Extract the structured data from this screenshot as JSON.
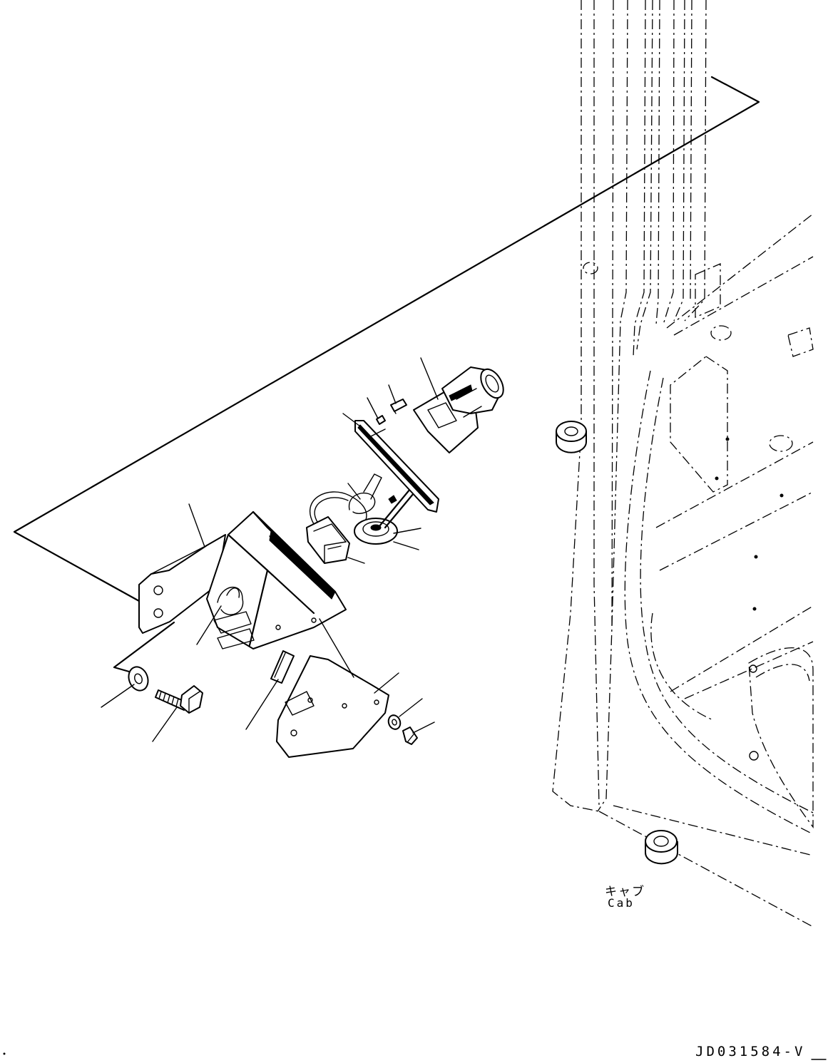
{
  "labels": {
    "cab_jp": "キャブ",
    "cab_en": "Cab",
    "drawing_id": "JD031584-V"
  },
  "icons": [
    "bracket-icon",
    "box-housing-icon",
    "connector-icon",
    "bolt-icon",
    "washer-icon",
    "grommet-icon",
    "socket-icon",
    "screw-icon",
    "pin-icon",
    "cab-frame-icon"
  ]
}
